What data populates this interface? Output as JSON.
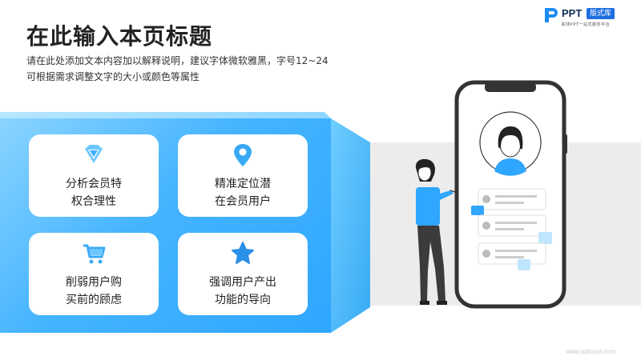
{
  "header": {
    "title": "在此输入本页标题",
    "desc_line1": "请在此处添加文本内容加以解释说明，建议字体微软雅黑，字号12~24",
    "desc_line2": "可根据需求调整文字的大小或颜色等属性"
  },
  "logo": {
    "brand": "PPT",
    "badge": "版式库",
    "tagline": "职场PPT一站式服务平台"
  },
  "cards": [
    {
      "icon": "diamond-icon",
      "line1": "分析会员特",
      "line2": "权合理性"
    },
    {
      "icon": "location-pin-icon",
      "line1": "精准定位潜",
      "line2": "在会员用户"
    },
    {
      "icon": "shopping-cart-icon",
      "line1": "削弱用户购",
      "line2": "买前的顾虑"
    },
    {
      "icon": "star-icon",
      "line1": "强调用户产出",
      "line2": "功能的导向"
    }
  ],
  "watermark": "www.pptcool.com",
  "colors": {
    "accent": "#2fa6ff",
    "accent_light": "#8ad4ff",
    "side_face": "#5cc4ff",
    "phone_frame": "#333333",
    "grey_band": "#ececec"
  }
}
